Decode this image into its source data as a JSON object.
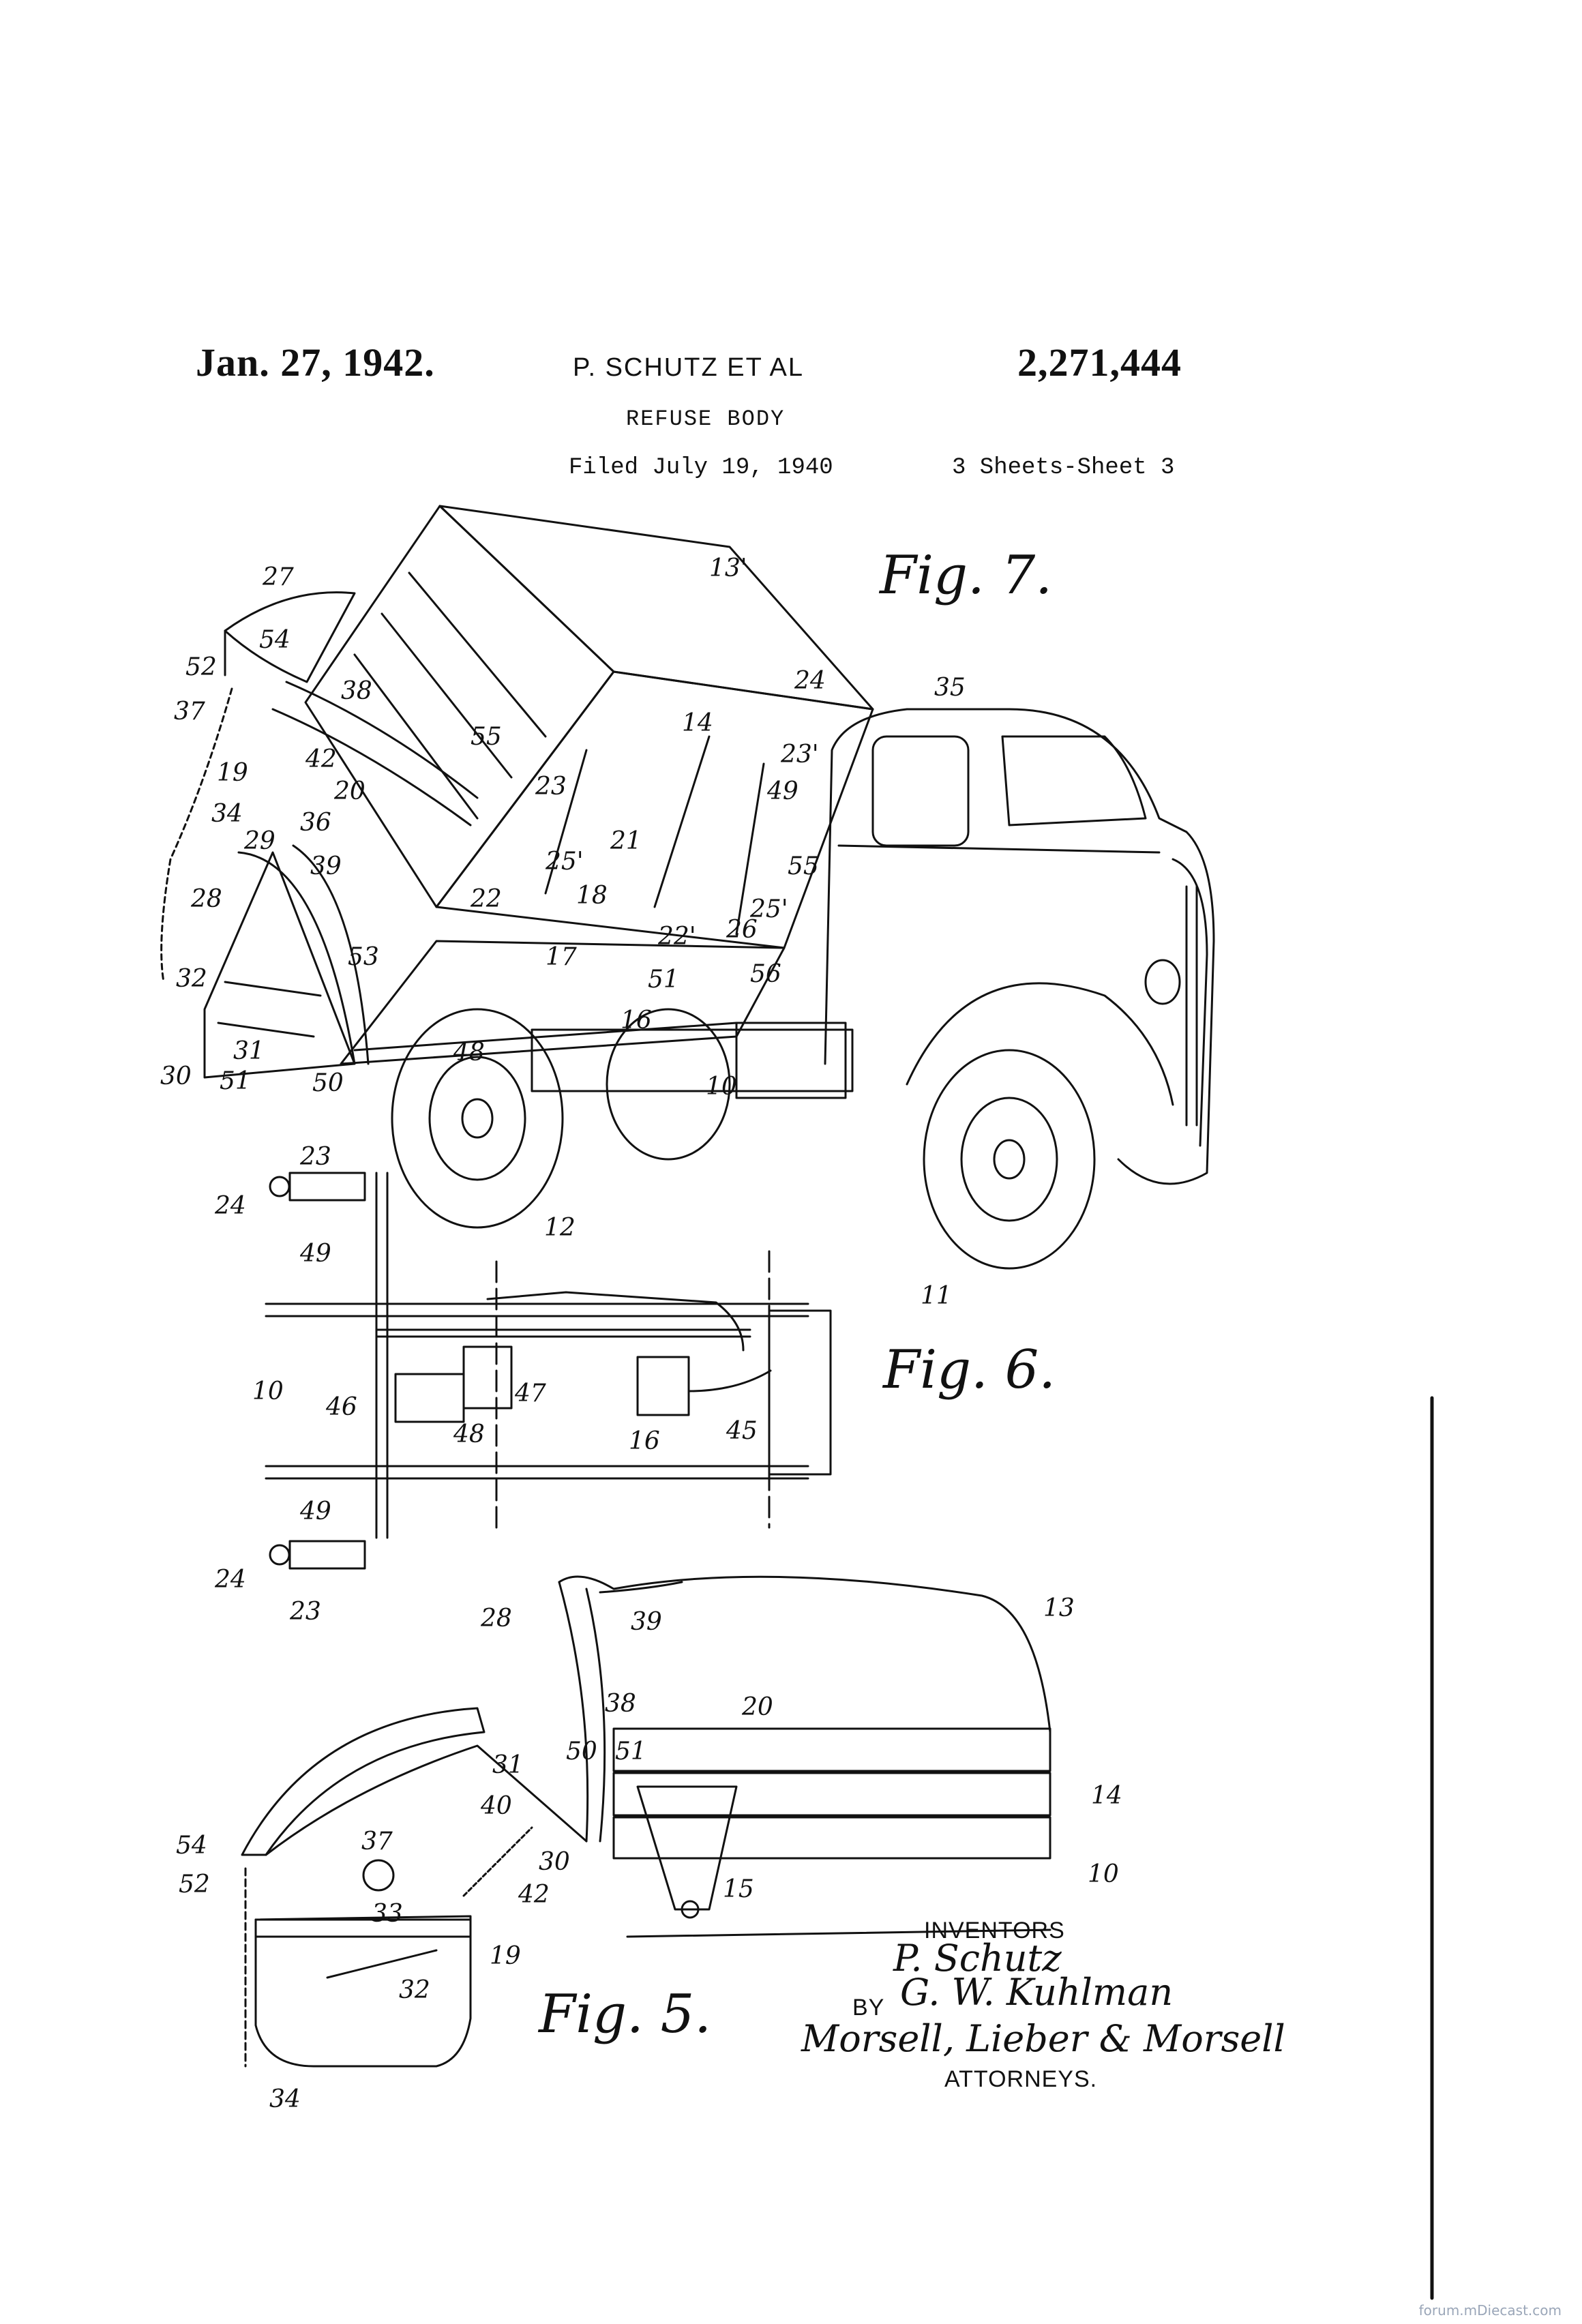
{
  "header": {
    "date": "Jan. 27, 1942.",
    "inventor": "P. SCHUTZ ET AL",
    "patent_number": "2,271,444",
    "title": "REFUSE BODY",
    "filed": "Filed July 19, 1940",
    "sheets": "3 Sheets-Sheet 3"
  },
  "figures": {
    "fig7": {
      "caption": "Fig. 7.",
      "labels": [
        "27",
        "54",
        "52",
        "38",
        "37",
        "19",
        "42",
        "34",
        "20",
        "36",
        "55",
        "23",
        "13'",
        "14",
        "24",
        "35",
        "23'",
        "49",
        "29",
        "39",
        "28",
        "21",
        "25'",
        "55",
        "25'",
        "22",
        "18",
        "22'",
        "26",
        "53",
        "17",
        "51",
        "56",
        "32",
        "16",
        "48",
        "31",
        "10",
        "30",
        "51",
        "50",
        "12",
        "11"
      ]
    },
    "fig6": {
      "caption": "Fig. 6.",
      "labels": [
        "23",
        "24",
        "49",
        "10",
        "46",
        "47",
        "48",
        "16",
        "45",
        "49",
        "24",
        "23"
      ]
    },
    "fig5": {
      "caption": "Fig. 5.",
      "labels": [
        "28",
        "39",
        "13",
        "38",
        "20",
        "31",
        "50",
        "51",
        "14",
        "54",
        "40",
        "37",
        "52",
        "30",
        "15",
        "10",
        "42",
        "33",
        "32",
        "19",
        "34"
      ]
    }
  },
  "signature": {
    "inventors_label": "INVENTORS",
    "inventor_sig": "P. Schutz",
    "by_label": "BY",
    "inventor2_sig": "G. W. Kuhlman",
    "attorneys_sig": "Morsell, Lieber & Morsell",
    "attorneys_label": "ATTORNEYS."
  },
  "watermark": "forum.mDiecast.com"
}
